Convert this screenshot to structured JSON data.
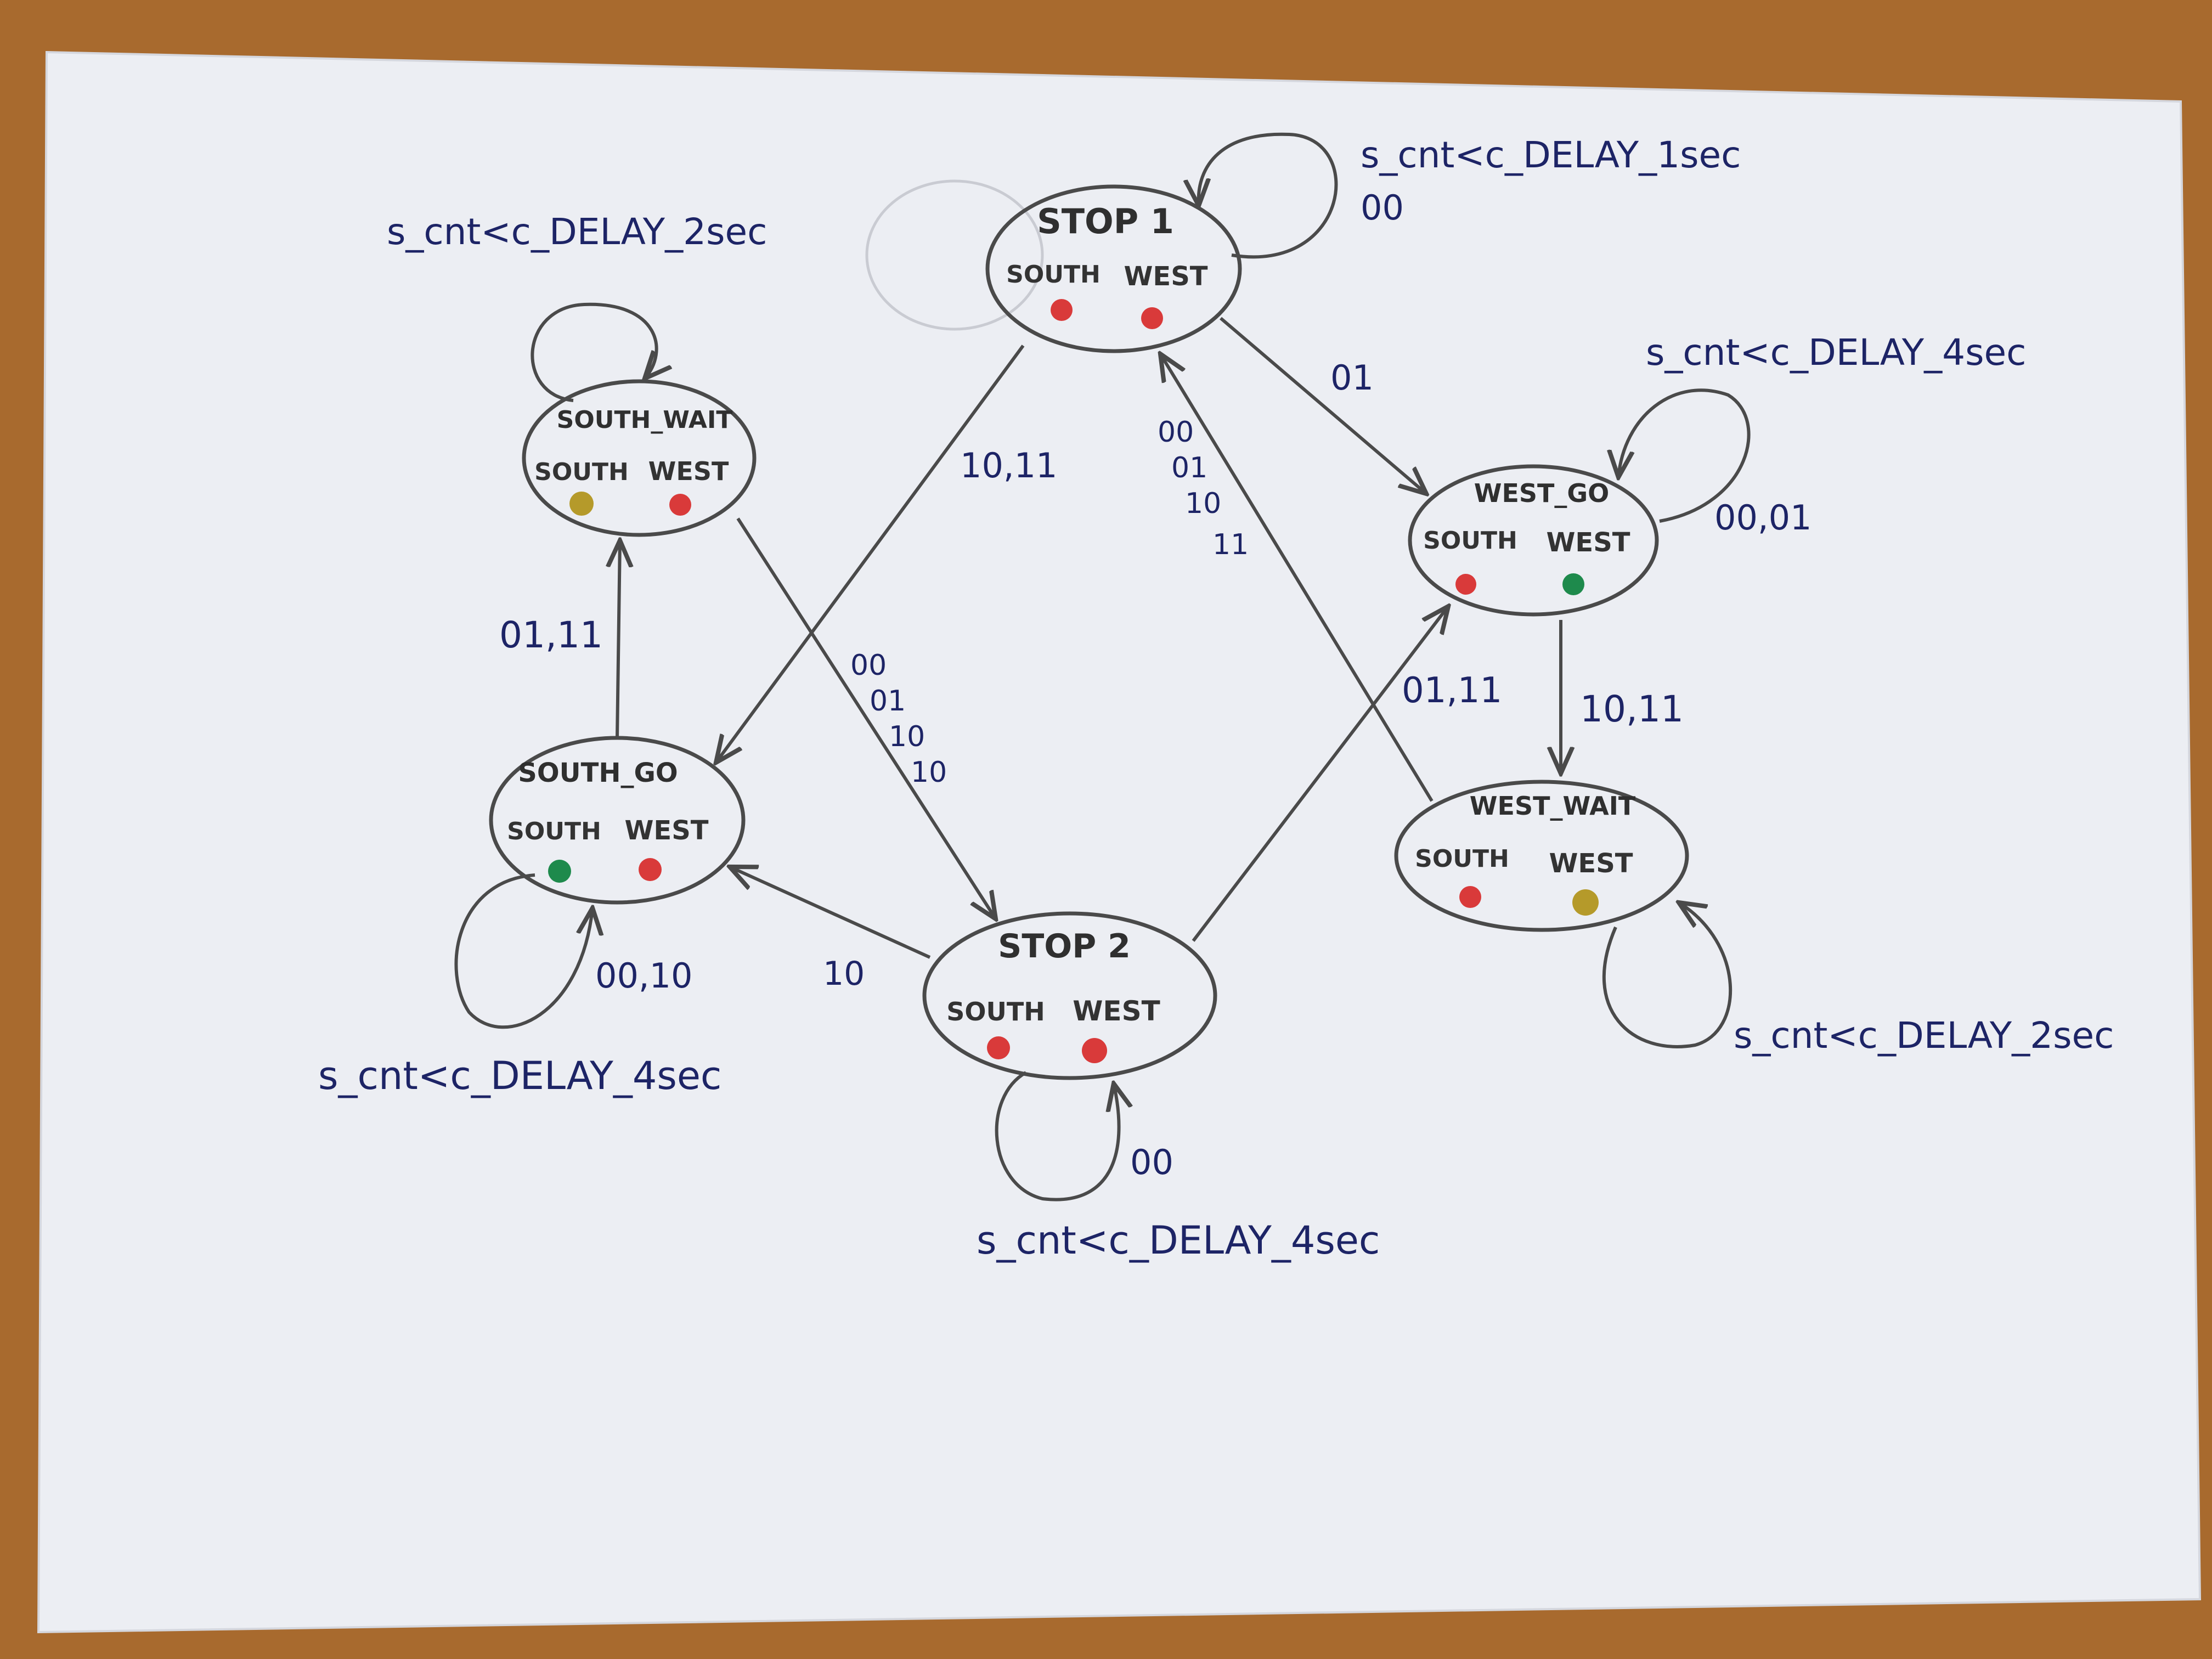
{
  "colors": {
    "red": "#d93a3a",
    "green": "#1e8a4c",
    "yellow": "#b59a2a",
    "pencil": "#4a4a4a",
    "ink": "#1d2466",
    "paper": "#eceef3",
    "desk": "#a86a2e"
  },
  "states": {
    "stop1": {
      "title": "STOP 1",
      "south": "SOUTH",
      "west": "WEST",
      "south_light": "red",
      "west_light": "red"
    },
    "south_wait": {
      "title": "SOUTH_WAIT",
      "south": "SOUTH",
      "west": "WEST",
      "south_light": "yellow",
      "west_light": "red"
    },
    "west_go": {
      "title": "WEST_GO",
      "south": "SOUTH",
      "west": "WEST",
      "south_light": "red",
      "west_light": "green"
    },
    "south_go": {
      "title": "SOUTH_GO",
      "south": "SOUTH",
      "west": "WEST",
      "south_light": "green",
      "west_light": "red"
    },
    "west_wait": {
      "title": "WEST_WAIT",
      "south": "SOUTH",
      "west": "WEST",
      "south_light": "red",
      "west_light": "yellow"
    },
    "stop2": {
      "title": "STOP 2",
      "south": "SOUTH",
      "west": "WEST",
      "south_light": "red",
      "west_light": "red"
    }
  },
  "conditions": {
    "stop1": "s_cnt<c_DELAY_1sec",
    "south_wait": "s_cnt<c_DELAY_2sec",
    "west_go": "s_cnt<c_DELAY_4sec",
    "south_go": "s_cnt<c_DELAY_4sec",
    "west_wait": "s_cnt<c_DELAY_2sec",
    "stop2": "s_cnt<c_DELAY_4sec"
  },
  "edge_labels": {
    "stop1_self": "00",
    "stop1_to_west_go": "01",
    "stop1_to_south_go": "10,11",
    "west_go_self": "00,01",
    "west_go_to_west_wait": "10,11",
    "west_wait_to_stop1": [
      "00",
      "01",
      "10",
      "11"
    ],
    "south_go_to_south_wait": "01,11",
    "south_wait_to_stop2": [
      "00",
      "01",
      "10",
      "10"
    ],
    "south_go_self": "00,10",
    "stop2_to_south_go": "10",
    "stop2_to_west_go": "01,11",
    "stop2_self": "00"
  }
}
